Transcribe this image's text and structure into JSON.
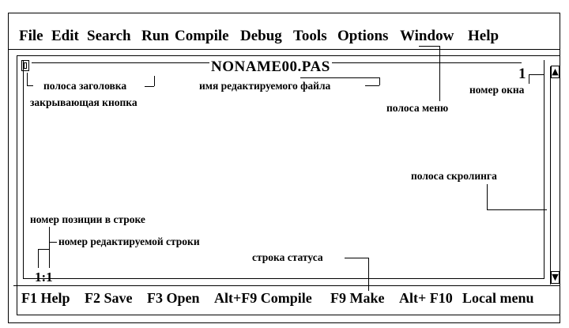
{
  "menu": {
    "items": [
      "File",
      "Edit",
      "Search",
      "Run",
      "Compile",
      "Debug",
      "Tools",
      "Options",
      "Window",
      "Help"
    ]
  },
  "window": {
    "file_name": "NONAME00.PAS",
    "number": "1",
    "cursor_position": "1:1"
  },
  "labels": {
    "title_bar": "полоса заголовка",
    "edited_file_name": "имя редактируемого файла",
    "window_number": "номер окна",
    "close_button": "закрывающая кнопка",
    "menu_bar": "полоса меню",
    "scroll_bar": "полоса скролинга",
    "position_in_line": "номер позиции  в строке",
    "edited_line_number": "номер редактируемой строки",
    "status_line": "строка статуса"
  },
  "status": {
    "items": [
      "F1 Help",
      "F2 Save",
      "F3 Open",
      "Alt+F9 Compile",
      "F9 Make",
      "Alt+ F10",
      "Local menu"
    ]
  }
}
